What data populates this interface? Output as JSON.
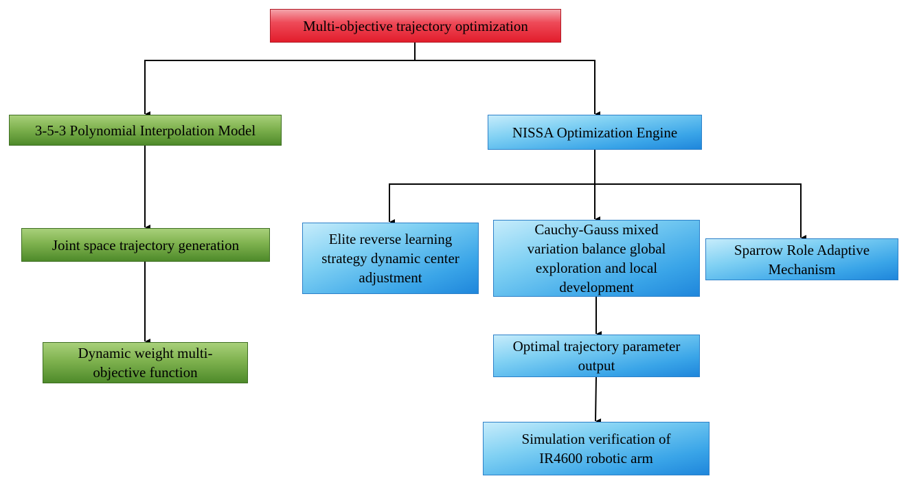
{
  "diagram": {
    "colors": {
      "root": "#e21d2c",
      "model_branch": "#6fa544",
      "engine_branch": "#3aa5e8",
      "connector": "#000000"
    },
    "root": {
      "label": "Multi-objective trajectory optimization"
    },
    "left_branch": {
      "polynomial_model": "3-5-3 Polynomial Interpolation Model",
      "joint_space": "Joint space trajectory generation",
      "dynamic_weight": "Dynamic weight multi-objective function"
    },
    "right_branch": {
      "engine": "NISSA Optimization Engine",
      "elite_reverse": "Elite reverse learning strategy dynamic center adjustment",
      "cauchy_gauss": "Cauchy-Gauss mixed variation balance global exploration and local development",
      "sparrow_role": "Sparrow Role Adaptive Mechanism",
      "optimal_output": "Optimal trajectory parameter output",
      "simulation": "Simulation verification of IR4600 robotic arm"
    },
    "edges": [
      {
        "from": "root",
        "to": "polynomial_model"
      },
      {
        "from": "root",
        "to": "engine"
      },
      {
        "from": "polynomial_model",
        "to": "joint_space"
      },
      {
        "from": "joint_space",
        "to": "dynamic_weight"
      },
      {
        "from": "engine",
        "to": "elite_reverse"
      },
      {
        "from": "engine",
        "to": "cauchy_gauss"
      },
      {
        "from": "engine",
        "to": "sparrow_role"
      },
      {
        "from": "cauchy_gauss",
        "to": "optimal_output"
      },
      {
        "from": "optimal_output",
        "to": "simulation"
      }
    ]
  }
}
